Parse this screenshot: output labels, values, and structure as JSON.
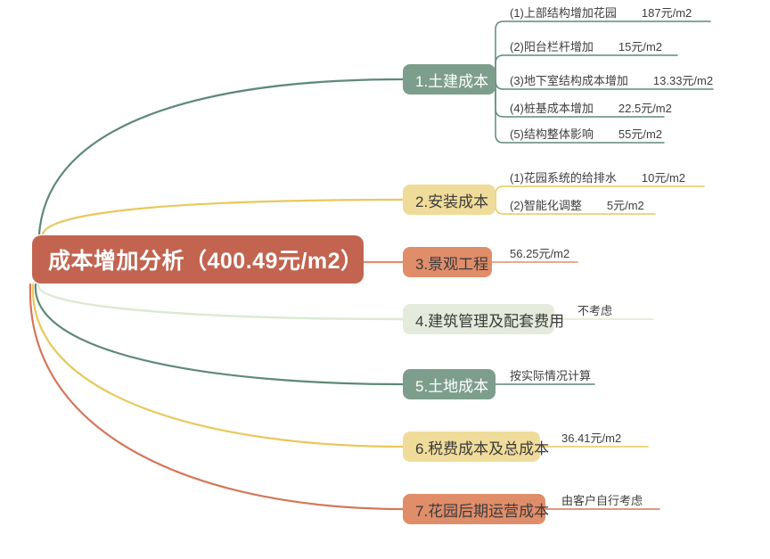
{
  "root": {
    "label": "成本增加分析（400.49元/m2）",
    "color": "#c26450"
  },
  "branches": [
    {
      "label": "1.土建成本",
      "color": "#7d9e8c",
      "text_color": "#ffffff",
      "line_color": "#5e8a76",
      "leaves": [
        {
          "name": "(1)上部结构增加花园",
          "value": "187元/m2"
        },
        {
          "name": "(2)阳台栏杆增加",
          "value": "15元/m2"
        },
        {
          "name": "(3)地下室结构成本增加",
          "value": "13.33元/m2"
        },
        {
          "name": "(4)桩基成本增加",
          "value": "22.5元/m2"
        },
        {
          "name": "(5)结构整体影响",
          "value": "55元/m2"
        }
      ]
    },
    {
      "label": "2.安装成本",
      "color": "#f0dc9a",
      "text_color": "#3b3b3b",
      "line_color": "#e8c85c",
      "leaves": [
        {
          "name": "(1)花园系统的给排水",
          "value": "10元/m2"
        },
        {
          "name": "(2)智能化调整",
          "value": "5元/m2"
        }
      ]
    },
    {
      "label": "3.景观工程",
      "color": "#e08d6a",
      "text_color": "#3b3b3b",
      "line_color": "#e08d6a",
      "leaves": [
        {
          "name": "56.25元/m2",
          "value": ""
        }
      ]
    },
    {
      "label": "4.建筑管理及配套费用",
      "color": "#e4ebdd",
      "text_color": "#3b3b3b",
      "line_color": "#dde8d2",
      "leaves": [
        {
          "name": "不考虑",
          "value": ""
        }
      ]
    },
    {
      "label": "5.土地成本",
      "color": "#7d9e8c",
      "text_color": "#ffffff",
      "line_color": "#5e8a76",
      "leaves": [
        {
          "name": "按实际情况计算",
          "value": ""
        }
      ]
    },
    {
      "label": "6.税费成本及总成本",
      "color": "#f0dc9a",
      "text_color": "#3b3b3b",
      "line_color": "#e8c85c",
      "leaves": [
        {
          "name": "36.41元/m2",
          "value": ""
        }
      ]
    },
    {
      "label": "7.花园后期运营成本",
      "color": "#e08d6a",
      "text_color": "#3b3b3b",
      "line_color": "#d4775a",
      "leaves": [
        {
          "name": "由客户自行考虑",
          "value": ""
        }
      ]
    }
  ],
  "chart_data": {
    "type": "diagram",
    "title": "成本增加分析（400.49元/m2）",
    "diagram_type": "mindmap",
    "root": "成本增加分析（400.49元/m2）",
    "total": "400.49元/m2",
    "unit": "元/m2",
    "nodes": [
      {
        "id": "1",
        "label": "1.土建成本",
        "children": [
          {
            "label": "(1)上部结构增加花园",
            "value": 187,
            "value_text": "187元/m2"
          },
          {
            "label": "(2)阳台栏杆增加",
            "value": 15,
            "value_text": "15元/m2"
          },
          {
            "label": "(3)地下室结构成本增加",
            "value": 13.33,
            "value_text": "13.33元/m2"
          },
          {
            "label": "(4)桩基成本增加",
            "value": 22.5,
            "value_text": "22.5元/m2"
          },
          {
            "label": "(5)结构整体影响",
            "value": 55,
            "value_text": "55元/m2"
          }
        ]
      },
      {
        "id": "2",
        "label": "2.安装成本",
        "children": [
          {
            "label": "(1)花园系统的给排水",
            "value": 10,
            "value_text": "10元/m2"
          },
          {
            "label": "(2)智能化调整",
            "value": 5,
            "value_text": "5元/m2"
          }
        ]
      },
      {
        "id": "3",
        "label": "3.景观工程",
        "children": [
          {
            "label": "56.25元/m2",
            "value": 56.25,
            "value_text": "56.25元/m2"
          }
        ]
      },
      {
        "id": "4",
        "label": "4.建筑管理及配套费用",
        "children": [
          {
            "label": "不考虑",
            "value": null,
            "value_text": "不考虑"
          }
        ]
      },
      {
        "id": "5",
        "label": "5.土地成本",
        "children": [
          {
            "label": "按实际情况计算",
            "value": null,
            "value_text": "按实际情况计算"
          }
        ]
      },
      {
        "id": "6",
        "label": "6.税费成本及总成本",
        "children": [
          {
            "label": "36.41元/m2",
            "value": 36.41,
            "value_text": "36.41元/m2"
          }
        ]
      },
      {
        "id": "7",
        "label": "7.花园后期运营成本",
        "children": [
          {
            "label": "由客户自行考虑",
            "value": null,
            "value_text": "由客户自行考虑"
          }
        ]
      }
    ]
  }
}
